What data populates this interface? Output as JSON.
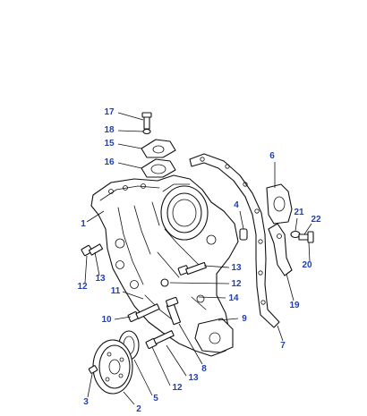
{
  "colors": {
    "callout": "#1f3fb5",
    "line": "#111111",
    "background": "#ffffff"
  },
  "callouts": [
    {
      "id": "c17",
      "text": "17"
    },
    {
      "id": "c18",
      "text": "18"
    },
    {
      "id": "c15",
      "text": "15"
    },
    {
      "id": "c16",
      "text": "16"
    },
    {
      "id": "c6",
      "text": "6"
    },
    {
      "id": "c1",
      "text": "1"
    },
    {
      "id": "c4",
      "text": "4"
    },
    {
      "id": "c21",
      "text": "21"
    },
    {
      "id": "c22",
      "text": "22"
    },
    {
      "id": "c20",
      "text": "20"
    },
    {
      "id": "c13a",
      "text": "13"
    },
    {
      "id": "c12a",
      "text": "12"
    },
    {
      "id": "c13b",
      "text": "13"
    },
    {
      "id": "c12b",
      "text": "12"
    },
    {
      "id": "c11",
      "text": "11"
    },
    {
      "id": "c14",
      "text": "14"
    },
    {
      "id": "c19",
      "text": "19"
    },
    {
      "id": "c10",
      "text": "10"
    },
    {
      "id": "c9",
      "text": "9"
    },
    {
      "id": "c7",
      "text": "7"
    },
    {
      "id": "c8",
      "text": "8"
    },
    {
      "id": "c13c",
      "text": "13"
    },
    {
      "id": "c12c",
      "text": "12"
    },
    {
      "id": "c3",
      "text": "3"
    },
    {
      "id": "c5",
      "text": "5"
    },
    {
      "id": "c2",
      "text": "2"
    }
  ]
}
